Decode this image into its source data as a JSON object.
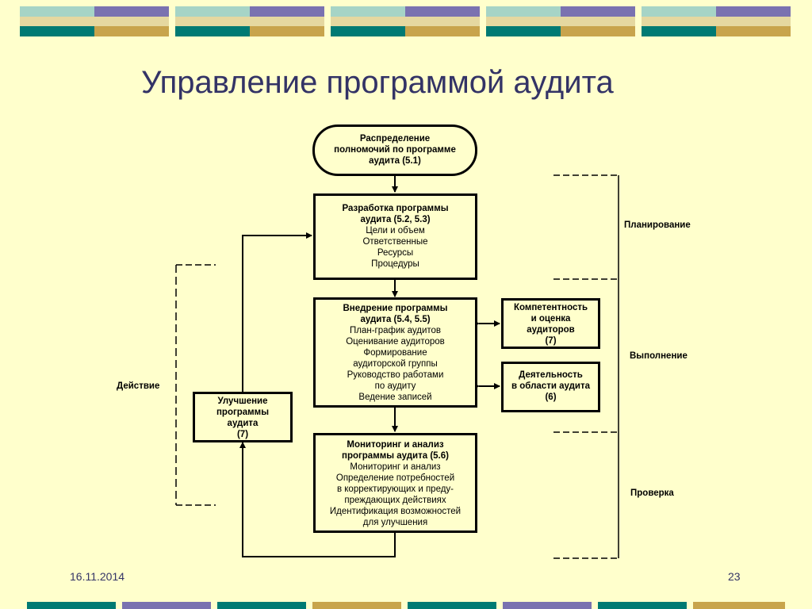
{
  "title": "Управление программой аудита",
  "boxes": {
    "start": [
      "Распределение",
      "полномочий по программе",
      "аудита (5.1)"
    ],
    "plan_head": [
      "Разработка программы",
      "аудита (5.2, 5.3)"
    ],
    "plan_items": [
      "Цели и объем",
      "Ответственные",
      "Ресурсы",
      "Процедуры"
    ],
    "impl_head": [
      "Внедрение программы",
      "аудита (5.4, 5.5)"
    ],
    "impl_items": [
      "План-график аудитов",
      "Оценивание аудиторов",
      "Формирование",
      "аудиторской группы",
      "Руководство работами",
      "по аудиту",
      "Ведение записей"
    ],
    "mon_head": [
      "Мониторинг и анализ",
      "программы аудита (5.6)"
    ],
    "mon_items": [
      "Мониторинг и анализ",
      "Определение потребностей",
      "в корректирующих и преду-",
      "преждающих действиях",
      "Идентификация возможностей",
      "для улучшения"
    ],
    "improve": [
      "Улучшение",
      "программы",
      "аудита",
      "(7)"
    ],
    "competence": [
      "Компетентность",
      "и оценка",
      "аудиторов",
      "(7)"
    ],
    "activity": [
      "Деятельность",
      "в области аудита",
      "(6)"
    ]
  },
  "labels": {
    "planning": "Планирование",
    "execution": "Выполнение",
    "check": "Проверка",
    "action": "Действие"
  },
  "footer": {
    "date": "16.11.2014",
    "page": "23"
  },
  "colors": {
    "background": "#ffffcc",
    "title": "#333366",
    "teal": "#007a73",
    "gold": "#c8a44c",
    "purple": "#7a72b0",
    "light_teal": "#a6d4c6",
    "light_gold": "#e5d8a0"
  }
}
